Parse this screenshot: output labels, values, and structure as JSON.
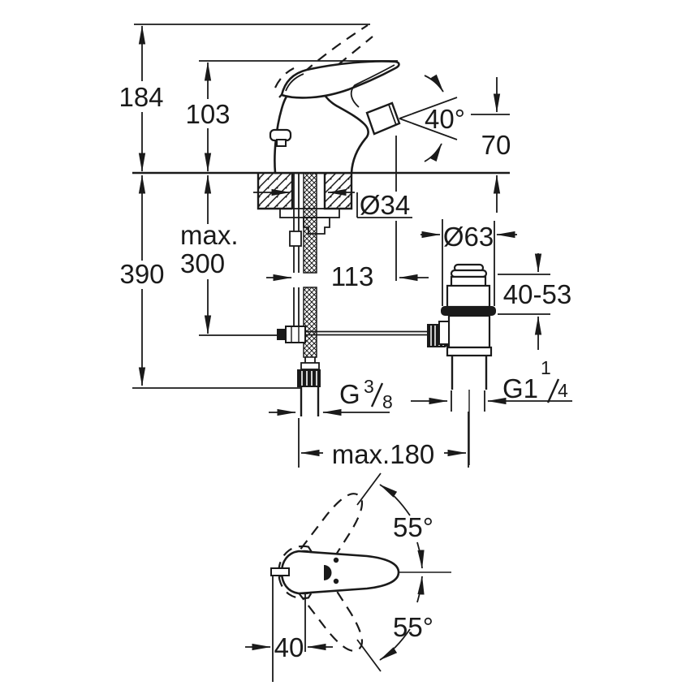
{
  "drawing": {
    "side_view": {
      "overall_height": "184",
      "spout_tip_height": "103",
      "spray_angle": "40°",
      "spout_height_above_deck": "70",
      "deck_hole_diameter": "Ø34",
      "hose_max_line1": "max.",
      "hose_max_line2": "300",
      "depth_below_deck": "390",
      "spout_reach": "113",
      "waste_flange_diameter": "Ø63",
      "deck_thickness_range": "40-53",
      "supply_thread_base": "G",
      "supply_thread_num": "3",
      "supply_thread_den": "8",
      "waste_thread_base": "G1",
      "waste_thread_num": "1",
      "waste_thread_den": "4",
      "max_center_distance": "max.180"
    },
    "top_view": {
      "swivel_angle_upper": "55°",
      "swivel_angle_lower": "55°",
      "rod_offset": "40"
    },
    "colors": {
      "line": "#1a1a1a",
      "background": "#ffffff"
    }
  }
}
